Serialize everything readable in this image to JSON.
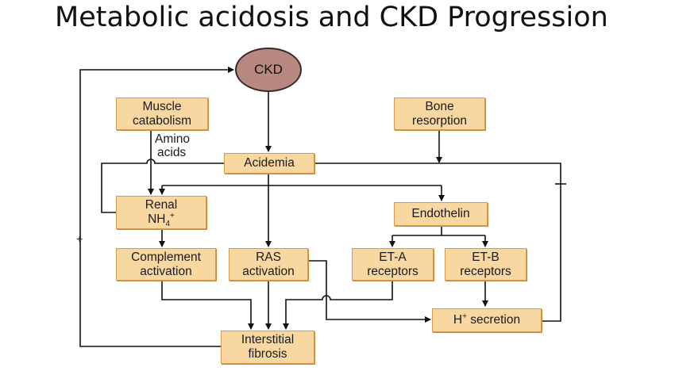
{
  "title": "Metabolic acidosis and CKD Progression",
  "nodes": {
    "ckd": "CKD",
    "muscle_line1": "Muscle",
    "muscle_line2": "catabolism",
    "bone_line1": "Bone",
    "bone_line2": "resorption",
    "amino_line1": "Amino",
    "amino_line2": "acids",
    "acidemia": "Acidemia",
    "renal_line1": "Renal",
    "renal_line2_base": "NH",
    "renal_line2_sub": "4",
    "renal_line2_sup": "+",
    "endothelin": "Endothelin",
    "complement_line1": "Complement",
    "complement_line2": "activation",
    "ras_line1": "RAS",
    "ras_line2": "activation",
    "eta_line1": "ET-A",
    "eta_line2": "receptors",
    "etb_line1": "ET-B",
    "etb_line2": "receptors",
    "h_base": "H",
    "h_sup": "+",
    "h_rest": " secretion",
    "fibrosis_line1": "Interstitial",
    "fibrosis_line2": "fibrosis"
  },
  "signs": {
    "positive": "+",
    "negative": "–"
  }
}
